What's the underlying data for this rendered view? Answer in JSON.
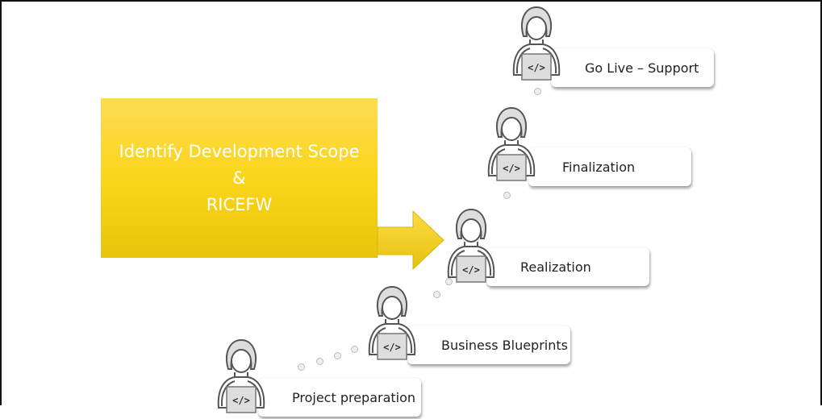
{
  "scope_box": {
    "line1": "Identify Development Scope",
    "line2": "&",
    "line3": "RICEFW",
    "color": "#fbd51a"
  },
  "steps": [
    {
      "label": "Go Live – Support",
      "icon": "developer-icon"
    },
    {
      "label": "Finalization",
      "icon": "developer-icon"
    },
    {
      "label": "Realization",
      "icon": "developer-icon"
    },
    {
      "label": "Business Blueprints",
      "icon": "developer-icon"
    },
    {
      "label": "Project preparation",
      "icon": "developer-icon"
    }
  ]
}
